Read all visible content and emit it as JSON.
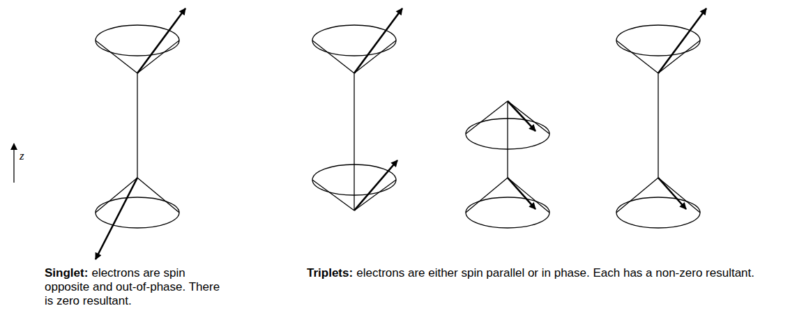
{
  "diagram": {
    "labels": [
      "z",
      "Singlet:",
      "electrons are spin opposite and out-of-phase. There is zero resultant.",
      "Triplets:",
      "electrons are either spin parallel or in phase. Each has a non-zero resultant."
    ]
  }
}
